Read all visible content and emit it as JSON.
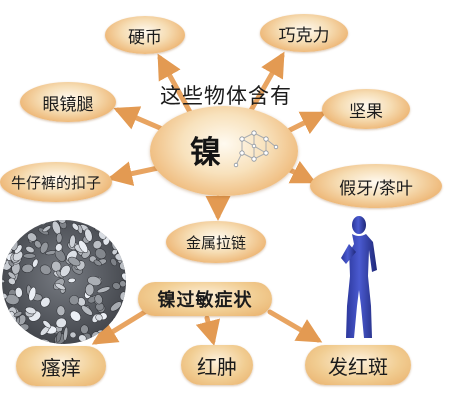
{
  "center": {
    "label": "镍",
    "heading": "这些物体含有"
  },
  "items": {
    "coin": "硬币",
    "chocolate": "巧克力",
    "glasses_legs": "眼镜腿",
    "nuts": "坚果",
    "jeans_button": "牛仔裤的扣子",
    "dentures_tea": "假牙/茶叶",
    "zipper": "金属拉链"
  },
  "allergy": {
    "title": "镍过敏症状",
    "symptoms": {
      "itching": "瘙痒",
      "swelling": "红肿",
      "rash": "发红斑"
    }
  },
  "images": {
    "pellets": "nickel-pellets",
    "person": "person-silhouette"
  },
  "colors": {
    "node_fill": "#f0bd80",
    "arrow": "#e39a52",
    "person": "#3848b8"
  }
}
